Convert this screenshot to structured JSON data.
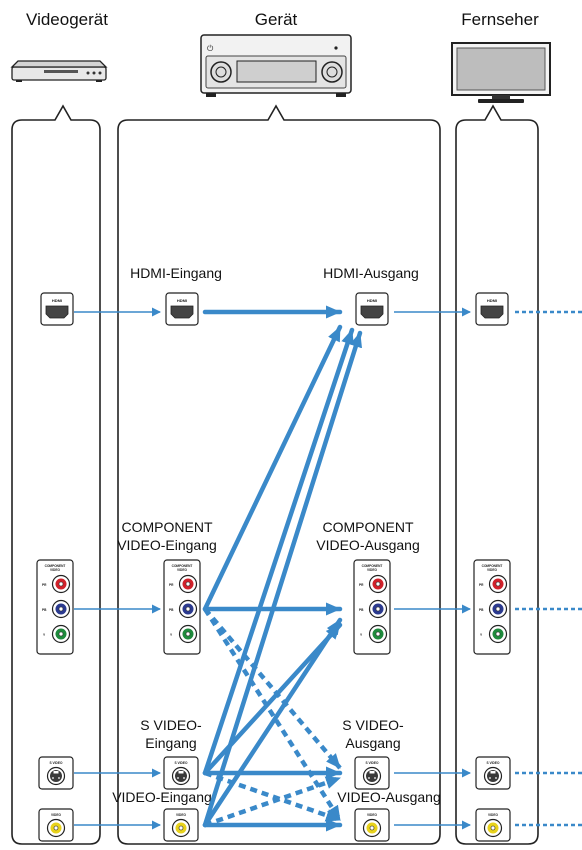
{
  "headers": {
    "source": "Videogerät",
    "unit": "Gerät",
    "tv": "Fernseher"
  },
  "labels": {
    "hdmi_in": "HDMI-Eingang",
    "hdmi_out": "HDMI-Ausgang",
    "comp_in_1": "COMPONENT",
    "comp_in_2": "VIDEO-Eingang",
    "comp_out_1": "COMPONENT",
    "comp_out_2": "VIDEO-Ausgang",
    "svideo_in_1": "S VIDEO-",
    "svideo_in_2": "Eingang",
    "svideo_out_1": "S VIDEO-",
    "svideo_out_2": "Ausgang",
    "video_in": "VIDEO-Eingang",
    "video_out": "VIDEO-Ausgang"
  },
  "jacks": {
    "hdmi": "HDMI",
    "component_1": "COMPONENT",
    "component_2": "VIDEO",
    "pr": "PR",
    "pb": "PB",
    "y": "Y",
    "svideo": "S VIDEO",
    "video": "VIDEO"
  },
  "colors": {
    "arrow": "#3a89c9",
    "frame": "#222222",
    "pr": "#d0212a",
    "pb": "#2b3a8f",
    "y": "#1e8a3c",
    "video": "#e8d21c"
  }
}
